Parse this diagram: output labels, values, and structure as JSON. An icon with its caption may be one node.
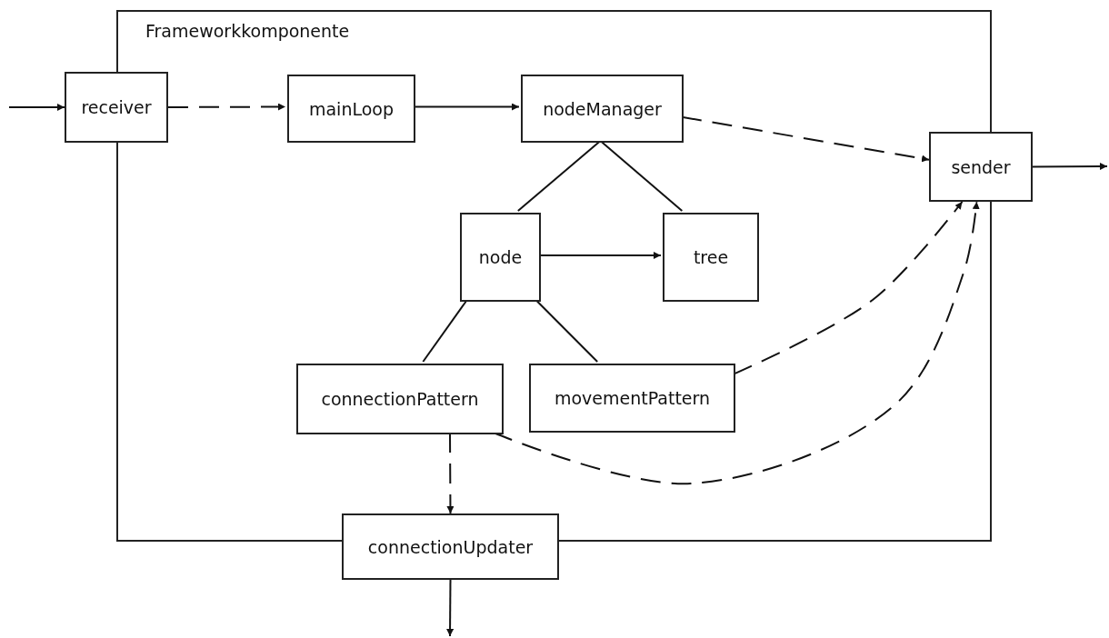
{
  "diagram": {
    "nodes": [
      {
        "text": [
          "Frameworkkomponente"
        ]
      },
      {
        "text": [
          "receiver"
        ]
      },
      {
        "text": [
          "mainLoop"
        ],
        "in": 0
      },
      {
        "text": [
          "nodeManager"
        ],
        "in": 0
      },
      {
        "text": [
          "sender"
        ]
      },
      {
        "text": [
          "node"
        ],
        "in": 0
      },
      {
        "text": [
          "tree"
        ],
        "in": 0
      },
      {
        "text": [
          "connectionPattern"
        ],
        "in": 0
      },
      {
        "text": [
          "movementPattern"
        ],
        "in": 0
      },
      {
        "text": [
          "connectionUpdater"
        ]
      }
    ],
    "edges": [
      {
        "from": null,
        "to": 1,
        "arrow": "to"
      },
      {
        "from": 1,
        "to": 2,
        "arrow": "to",
        "style": "dashed"
      },
      {
        "from": 2,
        "to": 3,
        "arrow": "to"
      },
      {
        "from": 3,
        "to": 4,
        "arrow": "to",
        "style": "dashed"
      },
      {
        "from": 3,
        "to": 5,
        "arrow": "none"
      },
      {
        "from": 3,
        "to": 6,
        "arrow": "none"
      },
      {
        "from": 5,
        "to": 6,
        "arrow": "to"
      },
      {
        "from": 5,
        "to": 7,
        "arrow": "none"
      },
      {
        "from": 5,
        "to": 8,
        "arrow": "none"
      },
      {
        "from": 8,
        "to": 4,
        "arrow": "to",
        "style": "dashed"
      },
      {
        "from": 7,
        "to": 4,
        "arrow": "to",
        "style": "dashed"
      },
      {
        "from": 7,
        "to": 9,
        "arrow": "to",
        "style": "dashed"
      },
      {
        "from": 4,
        "to": null,
        "arrow": "to"
      },
      {
        "from": 9,
        "to": null,
        "arrow": "to"
      }
    ]
  }
}
